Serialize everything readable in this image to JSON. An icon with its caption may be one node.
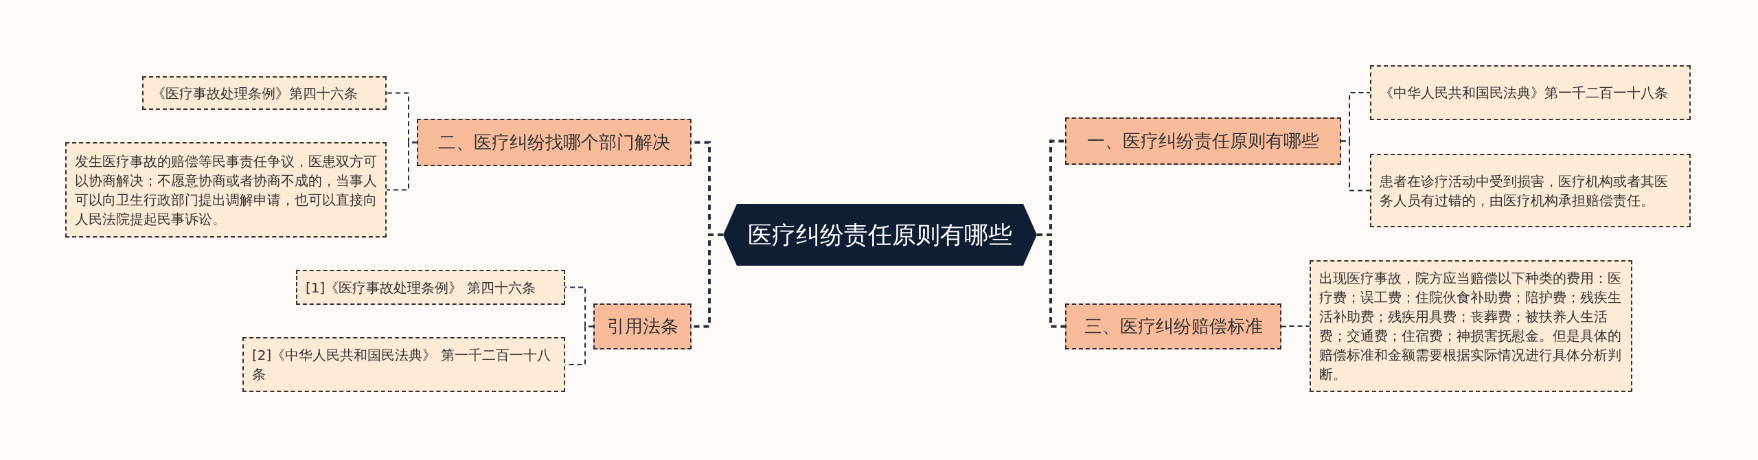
{
  "diagram": {
    "nodes": [
      {
        "text": [
          "医疗纠纷责任原则有哪些"
        ]
      },
      {
        "text": [
          "二、医疗纠纷找哪个部门解决"
        ]
      },
      {
        "text": [
          "《医疗事故处理条例》第四十六条"
        ]
      },
      {
        "text": [
          "发生医疗事故的赔偿等民事责任争议，医患双方可以协商解决；不愿意协商或者协商不成的，当事人可以向卫生行政部门提出调解申请，也可以直接向人民法院提起民事诉讼。"
        ]
      },
      {
        "text": [
          "引用法条"
        ]
      },
      {
        "text": [
          "[1]《医疗事故处理条例》 第四十六条"
        ]
      },
      {
        "text": [
          "[2]《中华人民共和国民法典》 第一千二百一十八条"
        ]
      },
      {
        "text": [
          "一、医疗纠纷责任原则有哪些"
        ]
      },
      {
        "text": [
          "《中华人民共和国民法典》第一千二百一十八条"
        ]
      },
      {
        "text": [
          "患者在诊疗活动中受到损害，医疗机构或者其医务人员有过错的，由医疗机构承担赔偿责任。"
        ]
      },
      {
        "text": [
          "三、医疗纠纷赔偿标准"
        ]
      },
      {
        "text": [
          "出现医疗事故，院方应当赔偿以下种类的费用：医疗费；误工费；住院伙食补助费；陪护费；残疾生活补助费；残疾用具费；丧葬费；被扶养人生活费；交通费；住宿费；神损害抚慰金。但是具体的赔偿标准和金额需要根据实际情况进行具体分析判断。"
        ]
      }
    ],
    "edges": [
      {
        "from": 0,
        "to": 1,
        "arrow": "none",
        "style": "dashed"
      },
      {
        "from": 1,
        "to": 2,
        "arrow": "none",
        "style": "dashed"
      },
      {
        "from": 1,
        "to": 3,
        "arrow": "none",
        "style": "dashed"
      },
      {
        "from": 0,
        "to": 4,
        "arrow": "none",
        "style": "dashed"
      },
      {
        "from": 4,
        "to": 5,
        "arrow": "none",
        "style": "dashed"
      },
      {
        "from": 4,
        "to": 6,
        "arrow": "none",
        "style": "dashed"
      },
      {
        "from": 0,
        "to": 7,
        "arrow": "none",
        "style": "dashed"
      },
      {
        "from": 7,
        "to": 8,
        "arrow": "none",
        "style": "dashed"
      },
      {
        "from": 7,
        "to": 9,
        "arrow": "none",
        "style": "dashed"
      },
      {
        "from": 0,
        "to": 10,
        "arrow": "none",
        "style": "dashed"
      },
      {
        "from": 10,
        "to": 11,
        "arrow": "none",
        "style": "dashed"
      }
    ]
  }
}
